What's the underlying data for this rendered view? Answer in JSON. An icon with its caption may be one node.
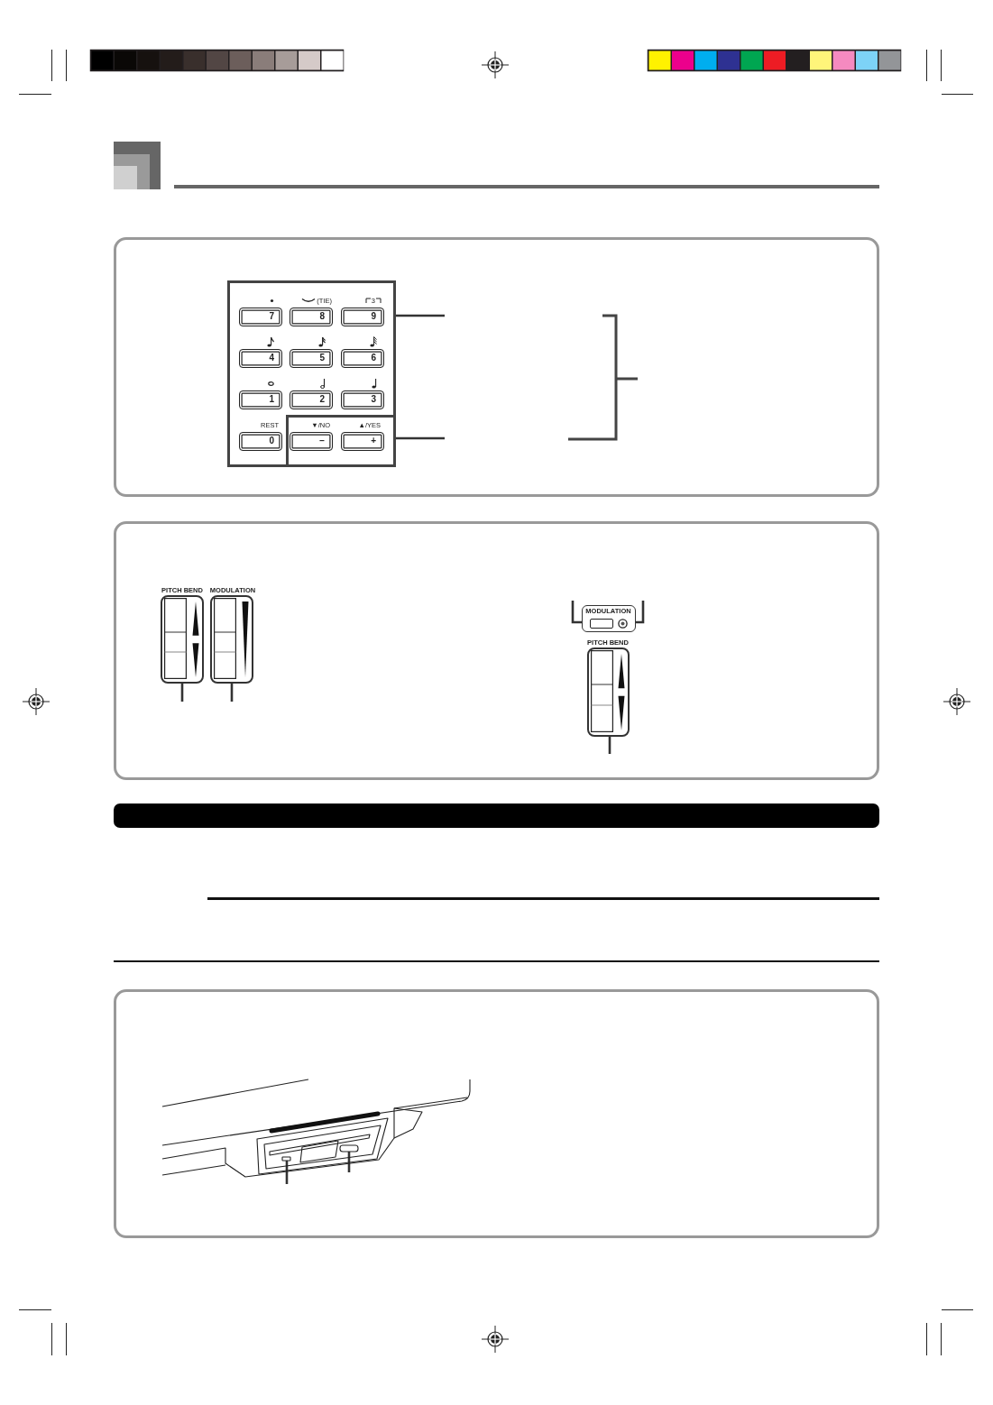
{
  "diagram": {
    "nodes": [
      {
        "text": [],
        "shape": "box"
      },
      {
        "text": [
          "7"
        ],
        "in": 0
      },
      {
        "text": [
          "(TIE)",
          "8"
        ],
        "in": 0
      },
      {
        "text": [
          "3",
          "9"
        ],
        "in": 0
      },
      {
        "text": [
          "4"
        ],
        "in": 0
      },
      {
        "text": [
          "5"
        ],
        "in": 0
      },
      {
        "text": [
          "6"
        ],
        "in": 0
      },
      {
        "text": [
          "1"
        ],
        "in": 0
      },
      {
        "text": [
          "2"
        ],
        "in": 0
      },
      {
        "text": [
          "3"
        ],
        "in": 0
      },
      {
        "text": [
          "REST",
          "0"
        ],
        "in": 0
      },
      {
        "text": [],
        "shape": "box",
        "in": 0
      },
      {
        "text": [
          "▼/NO",
          "−"
        ],
        "in": 11
      },
      {
        "text": [
          "▲/YES",
          "+"
        ],
        "in": 11
      },
      {
        "text": [
          "PITCH BEND"
        ]
      },
      {
        "text": [
          "MODULATION"
        ]
      },
      {
        "text": [
          "MODULATION"
        ]
      },
      {
        "text": [
          "PITCH BEND"
        ]
      },
      {
        "text": [],
        "shape": "bar"
      },
      {
        "text": [],
        "shape": "box"
      },
      {
        "text": [],
        "shape": "box"
      }
    ],
    "edges": [
      {
        "from": null,
        "to": 0,
        "arrow": "none"
      },
      {
        "from": null,
        "to": 11,
        "arrow": "none"
      },
      {
        "from": null,
        "to": 14,
        "arrow": "none"
      },
      {
        "from": null,
        "to": 15,
        "arrow": "none"
      },
      {
        "from": null,
        "to": 16,
        "arrow": "none"
      },
      {
        "from": null,
        "to": 16,
        "arrow": "none"
      },
      {
        "from": null,
        "to": 17,
        "arrow": "none"
      },
      {
        "from": null,
        "to": 19,
        "arrow": "none"
      },
      {
        "from": null,
        "to": 20,
        "arrow": "none"
      }
    ]
  }
}
